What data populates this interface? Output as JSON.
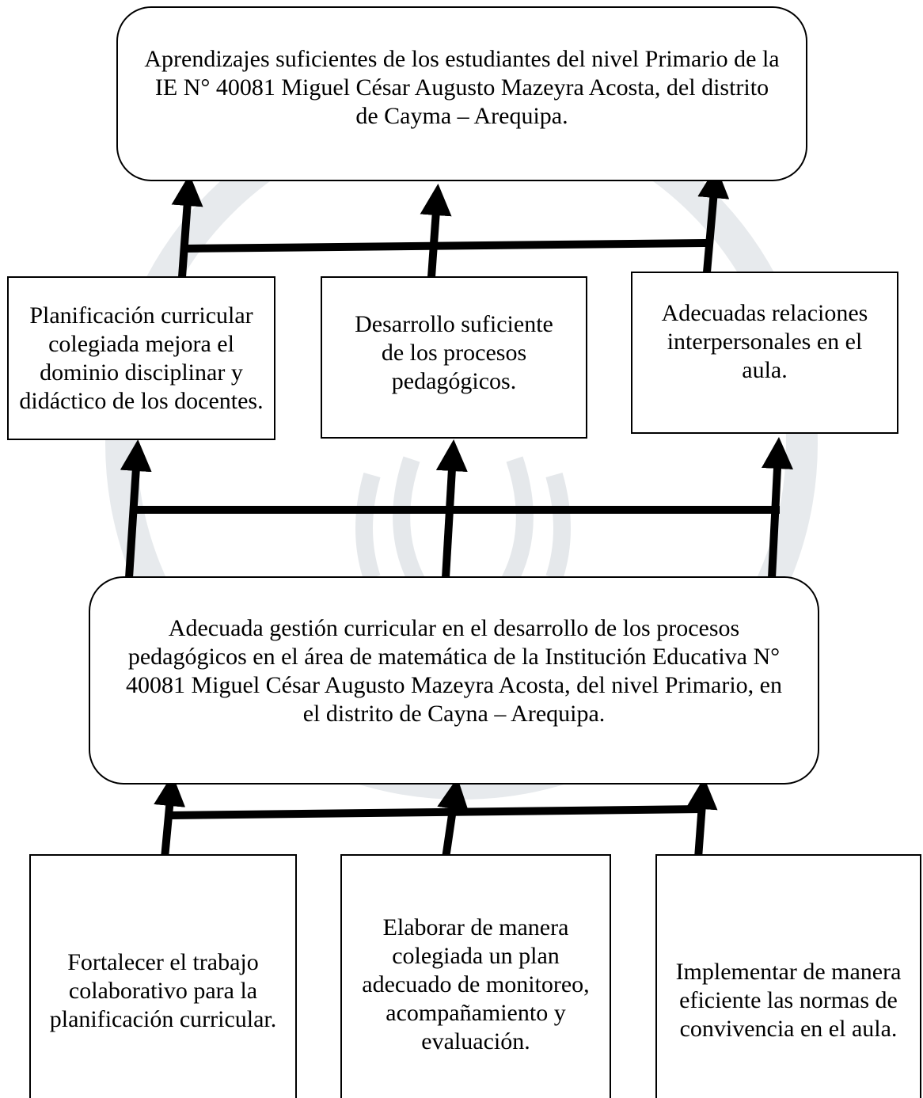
{
  "goal": {
    "text": "Aprendizajes suficientes de los estudiantes del nivel Primario de la IE N° 40081 Miguel César Augusto Mazeyra Acosta, del distrito de Cayma – Arequipa."
  },
  "objectives": [
    {
      "text": "Planificación curricular colegiada mejora el dominio disciplinar y didáctico de los docentes."
    },
    {
      "text": "Desarrollo suficiente de los procesos pedagógicos."
    },
    {
      "text": "Adecuadas relaciones interpersonales en el aula."
    }
  ],
  "central": {
    "text": "Adecuada gestión curricular en el desarrollo de los procesos pedagógicos en el área de matemática de la Institución Educativa N° 40081 Miguel César Augusto Mazeyra Acosta, del nivel Primario, en el distrito de Cayna – Arequipa."
  },
  "actions": [
    {
      "text": "Fortalecer el trabajo colaborativo para la planificación curricular."
    },
    {
      "text": "Elaborar de manera colegiada un plan adecuado de monitoreo, acompañamiento y evaluación."
    },
    {
      "text": "Implementar de manera eficiente las normas de convivencia en el aula."
    }
  ],
  "colors": {
    "line": "#000000",
    "box_border": "#000000",
    "watermark": "#d9dde3"
  }
}
